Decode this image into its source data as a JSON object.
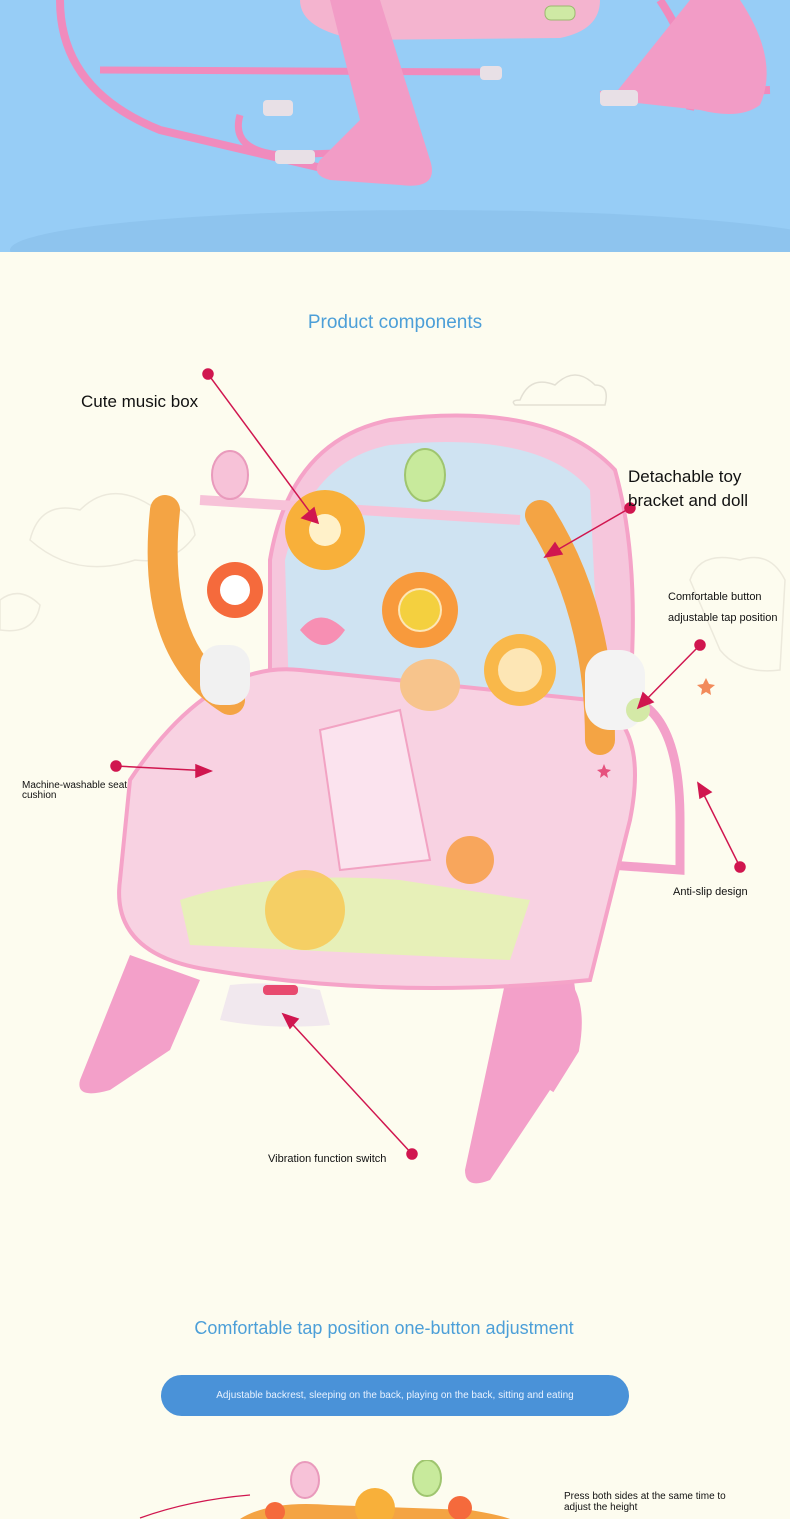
{
  "section": {
    "title": "Product components"
  },
  "callouts": {
    "music_box": "Cute music box",
    "toy_bracket": "Detachable toy bracket and doll",
    "tap_button": "Comfortable button adjustable tap position",
    "seat_cushion": "Machine-washable seat cushion",
    "anti_slip": "Anti-slip design",
    "vibration_switch": "Vibration function switch"
  },
  "adjustment": {
    "title": "Comfortable tap position one-button adjustment",
    "pill_text": "Adjustable backrest, sleeping on the back, playing on the back, sitting and eating",
    "side_note": "Press both sides at the same time to adjust the height"
  },
  "colors": {
    "hero_bg": "#97cdf6",
    "page_bg": "#fdfcef",
    "accent_blue": "#4c9fd8",
    "pill_bg": "#4a92d8",
    "pointer": "#d0164f",
    "frame_pink": "#f5a3c8"
  }
}
